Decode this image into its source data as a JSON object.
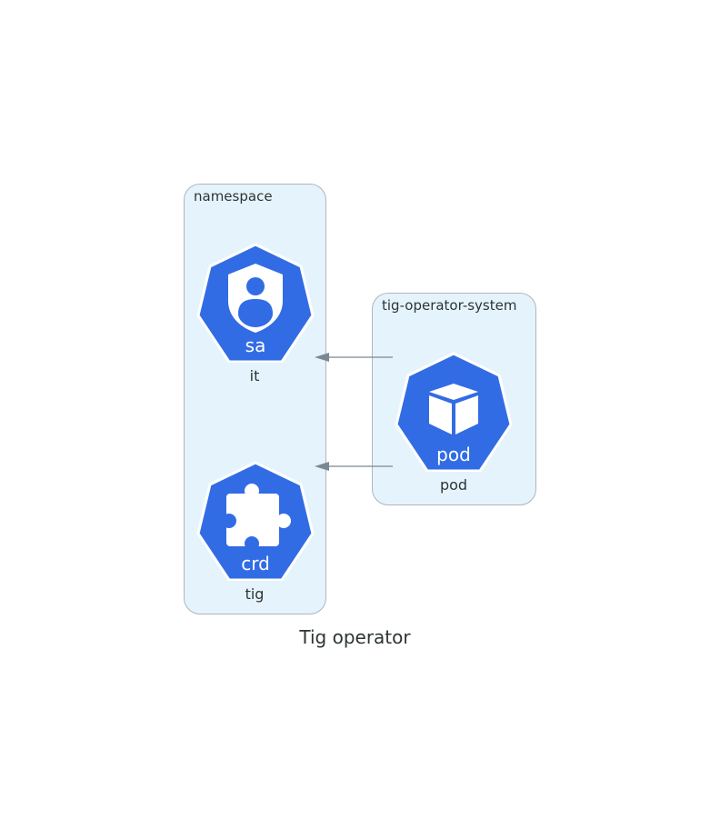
{
  "title": "Tig operator",
  "colors": {
    "node_fill": "#326ce5",
    "node_stroke": "#ffffff",
    "cluster_fill": "#e5f4fc",
    "cluster_border": "#aeb6be",
    "edge": "#7b8894",
    "text": "#2d3436"
  },
  "clusters": [
    {
      "label": "namespace",
      "nodes": [
        {
          "kind": "sa",
          "icon": "service-account-icon",
          "label": "it"
        },
        {
          "kind": "crd",
          "icon": "puzzle-piece-icon",
          "label": "tig"
        }
      ]
    },
    {
      "label": "tig-operator-system",
      "nodes": [
        {
          "kind": "pod",
          "icon": "cube-icon",
          "label": "pod"
        }
      ]
    }
  ],
  "edges": [
    {
      "from": "pod",
      "to": "it"
    },
    {
      "from": "pod",
      "to": "tig"
    }
  ]
}
